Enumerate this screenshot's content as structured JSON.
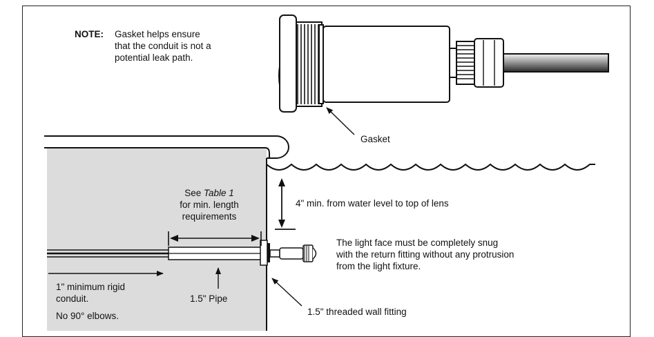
{
  "note": {
    "heading": "NOTE:",
    "lines": [
      "Gasket helps ensure",
      "that the conduit is not a",
      "potential leak path."
    ]
  },
  "labels": {
    "gasket": "Gasket",
    "see_table_pre": "See ",
    "see_table_ref": "Table 1",
    "min_length_1": "for min. length",
    "min_length_2": "requirements",
    "water_level": "4\" min. from water level to top of lens",
    "snug_lines": [
      "The light face must be completely snug",
      "with the return fitting without any protrusion",
      "from the light fixture."
    ],
    "conduit_1": "1\" minimum rigid",
    "conduit_2": "conduit.",
    "no_elbows": "No 90° elbows.",
    "pipe": "1.5\" Pipe",
    "wall_fitting": "1.5\" threaded wall fitting"
  },
  "colors": {
    "pool_fill": "#dcdcdc",
    "line": "#111111"
  }
}
